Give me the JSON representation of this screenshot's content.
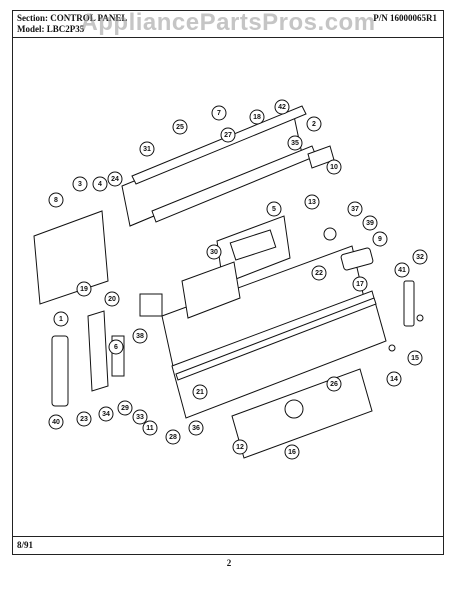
{
  "header": {
    "section": "Section: CONTROL PANEL",
    "model": "Model: LBC2P35",
    "part_number": "P/N 16000065R1"
  },
  "watermark": "AppliancePartsPros.com",
  "footer": {
    "date": "8/91",
    "page": "2"
  },
  "callouts": [
    "1",
    "2",
    "3",
    "4",
    "5",
    "6",
    "7",
    "8",
    "9",
    "10",
    "11",
    "12",
    "13",
    "14",
    "15",
    "16",
    "17",
    "18",
    "19",
    "20",
    "21",
    "22",
    "23",
    "24",
    "25",
    "26",
    "27",
    "28",
    "29",
    "30",
    "31",
    "32",
    "33",
    "34",
    "35",
    "36",
    "37",
    "38",
    "39",
    "40",
    "41",
    "42"
  ]
}
